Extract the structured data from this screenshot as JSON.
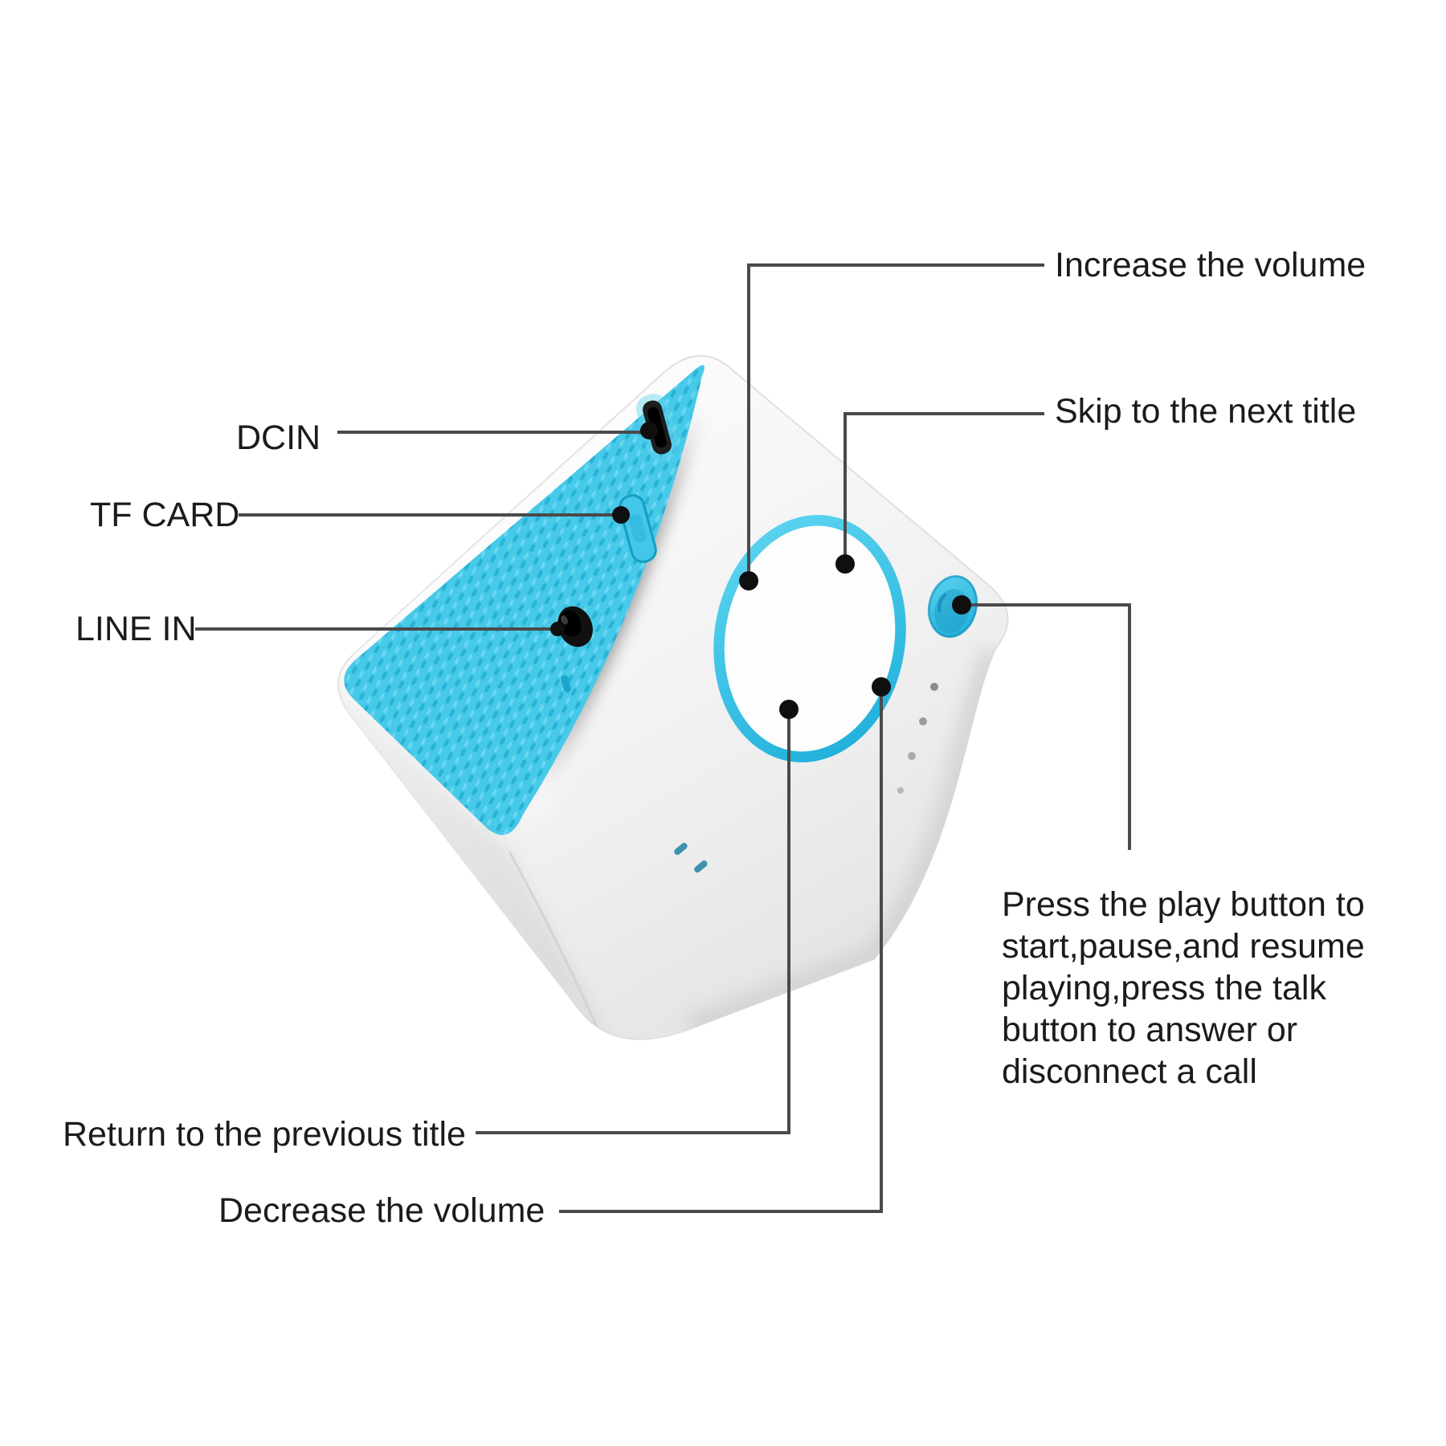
{
  "figure": {
    "type": "product-callout-diagram",
    "subject": "cube bluetooth speaker with control dial and ports"
  },
  "colors": {
    "background": "#ffffff",
    "panel_blue": "#47c9e9",
    "panel_texture_dark": "#28b2d6",
    "ring_blue": "#2fbde2",
    "button_blue": "#38c4e6",
    "callout_line": "#4a4a4a",
    "callout_dot": "#0f0f0f",
    "label_text": "#1b1b1b"
  },
  "labels": {
    "increase_volume": "Increase the volume",
    "skip_next": "Skip to the next title",
    "dc_in": "DCIN",
    "tf_card": "TF CARD",
    "line_in": "LINE IN",
    "return_previous": "Return to the previous title",
    "decrease_volume": "Decrease the volume",
    "play_talk_lines": [
      "Press the play button to",
      "start,pause,and resume",
      "playing,press the talk",
      "button to answer or",
      "disconnect a call"
    ]
  }
}
